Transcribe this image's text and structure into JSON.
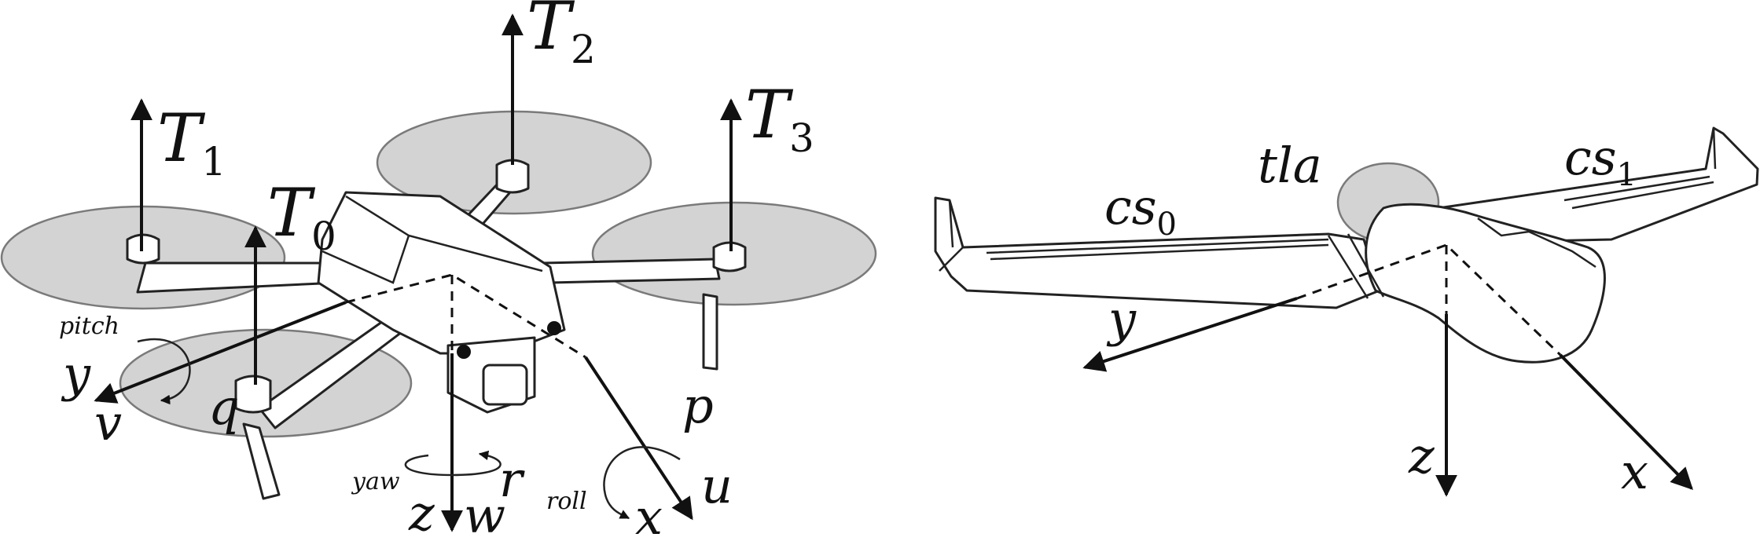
{
  "quadrotor": {
    "thrusts": [
      {
        "name": "T",
        "sub": "0"
      },
      {
        "name": "T",
        "sub": "1"
      },
      {
        "name": "T",
        "sub": "2"
      },
      {
        "name": "T",
        "sub": "3"
      }
    ],
    "axes": {
      "x": "x",
      "y": "y",
      "z": "z"
    },
    "velocities": {
      "u": "u",
      "v": "v",
      "w": "w"
    },
    "rates": {
      "p": "p",
      "q": "q",
      "r": "r"
    },
    "rotations": {
      "pitch": "pitch",
      "roll": "roll",
      "yaw": "yaw"
    }
  },
  "fixed_wing": {
    "surfaces": [
      {
        "name": "cs",
        "sub": "0"
      },
      {
        "name": "cs",
        "sub": "1"
      }
    ],
    "throttle": "tla",
    "axes": {
      "x": "x",
      "y": "y",
      "z": "z"
    }
  },
  "colors": {
    "propeller_fill": "#d3d3d3",
    "ink": "#111111"
  }
}
